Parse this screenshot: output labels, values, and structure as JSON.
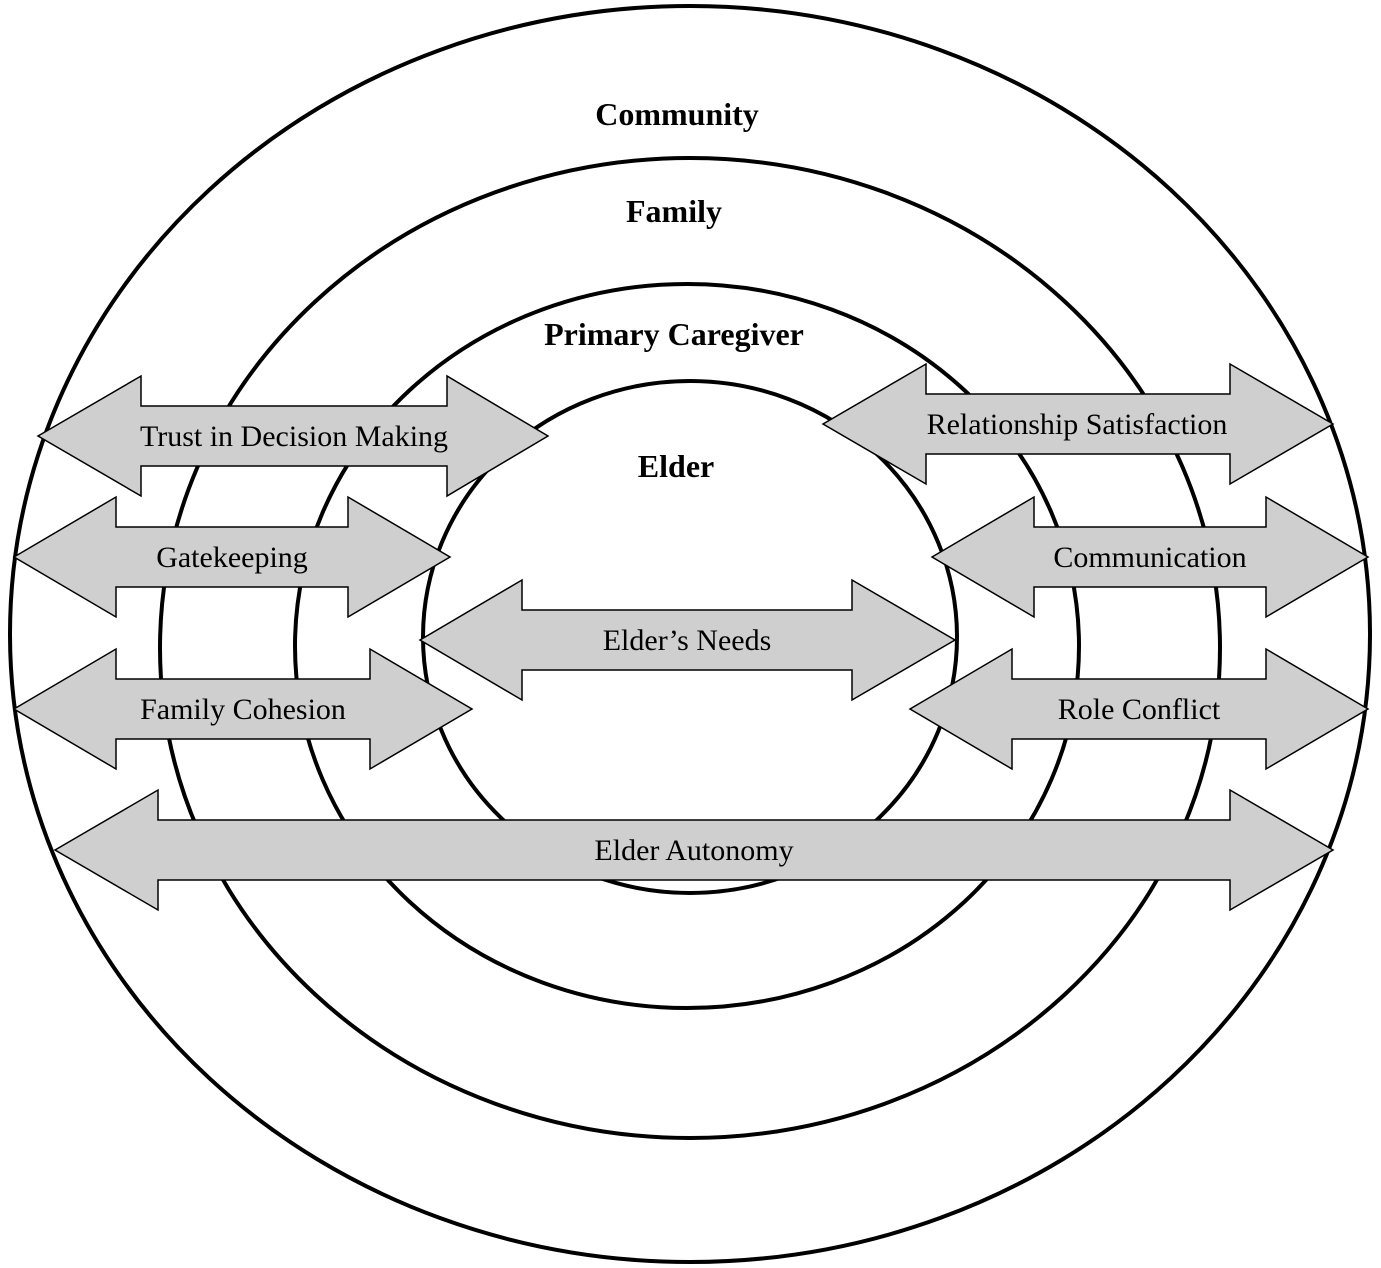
{
  "rings": [
    {
      "id": "community",
      "label": "Community"
    },
    {
      "id": "family",
      "label": "Family"
    },
    {
      "id": "primary_caregiver",
      "label": "Primary Caregiver"
    },
    {
      "id": "elder",
      "label": "Elder"
    }
  ],
  "arrows": [
    {
      "id": "trust",
      "label": "Trust in Decision Making"
    },
    {
      "id": "relationship",
      "label": "Relationship Satisfaction"
    },
    {
      "id": "gatekeeping",
      "label": "Gatekeeping"
    },
    {
      "id": "communication",
      "label": "Communication"
    },
    {
      "id": "elders_needs",
      "label": "Elder’s Needs"
    },
    {
      "id": "family_cohesion",
      "label": "Family Cohesion"
    },
    {
      "id": "role_conflict",
      "label": "Role Conflict"
    },
    {
      "id": "elder_autonomy",
      "label": "Elder Autonomy"
    }
  ]
}
